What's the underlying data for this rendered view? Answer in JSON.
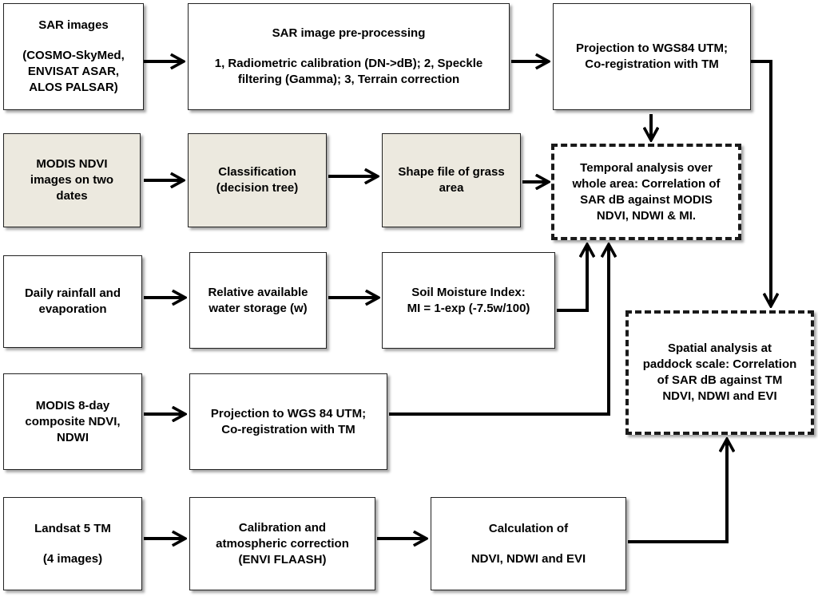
{
  "boxes": {
    "sar_images": {
      "line1": "SAR images",
      "line2": "(COSMO-SkyMed,",
      "line3": "ENVISAT ASAR,",
      "line4": "ALOS PALSAR)"
    },
    "sar_preprocessing": {
      "title": "SAR image pre-processing",
      "line1": "1, Radiometric calibration (DN->dB); 2, Speckle",
      "line2": "filtering (Gamma); 3, Terrain correction"
    },
    "projection_sar": {
      "line1": "Projection to WGS84 UTM;",
      "line2": "Co-registration with TM"
    },
    "modis_ndvi_two_dates": {
      "line1": "MODIS NDVI",
      "line2": "images on two",
      "line3": "dates"
    },
    "classification": {
      "line1": "Classification",
      "line2": "(decision tree)"
    },
    "shape_file": {
      "line1": "Shape file of grass",
      "line2": "area"
    },
    "temporal_analysis": {
      "line1": "Temporal analysis over",
      "line2": "whole area: Correlation of",
      "line3": "SAR dB against MODIS",
      "line4": "NDVI, NDWI & MI."
    },
    "rainfall": {
      "line1": "Daily rainfall and",
      "line2": "evaporation"
    },
    "water_storage": {
      "line1": "Relative available",
      "line2": "water storage (w)"
    },
    "soil_moisture": {
      "line1": "Soil Moisture Index:",
      "line2": "MI = 1-exp (-7.5w/100)"
    },
    "spatial_analysis": {
      "line1": "Spatial analysis at",
      "line2": "paddock scale: Correlation",
      "line3": "of SAR dB against TM",
      "line4": "NDVI, NDWI and EVI"
    },
    "modis_8day": {
      "line1": "MODIS 8-day",
      "line2": "composite NDVI,",
      "line3": "NDWI"
    },
    "projection_modis": {
      "line1": "Projection to WGS 84 UTM;",
      "line2": "Co-registration with TM"
    },
    "landsat": {
      "line1": "Landsat 5 TM",
      "line2": "(4 images)"
    },
    "calibration_atmos": {
      "line1": "Calibration and",
      "line2": "atmospheric correction",
      "line3": "(ENVI FLAASH)"
    },
    "calculation": {
      "line1": "Calculation of",
      "line2": "NDVI, NDWI and EVI"
    }
  },
  "colors": {
    "shaded_fill": "#ece9df",
    "border": "#222222",
    "arrow": "#000000"
  }
}
